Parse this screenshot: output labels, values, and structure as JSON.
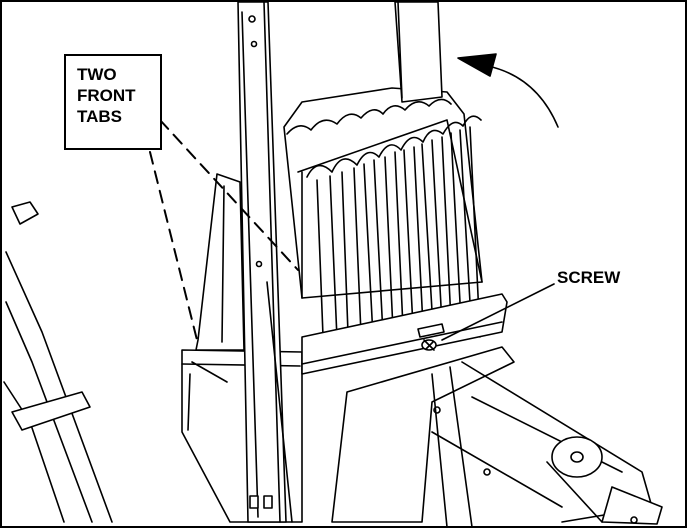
{
  "labels": {
    "tabs_line1": "TWO",
    "tabs_line2": "FRONT",
    "tabs_line3": "TABS",
    "screw": "SCREW"
  },
  "colors": {
    "ink": "#000000",
    "paper": "#ffffff",
    "shade": "#e6e6e6"
  }
}
